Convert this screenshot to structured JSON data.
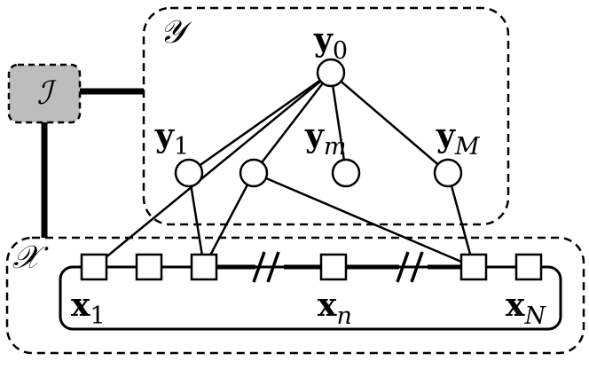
{
  "labels": {
    "set_y": "𝒴",
    "set_x": "𝒳",
    "set_i": "ℐ",
    "y_nodes": [
      {
        "base": "y",
        "sub": "0"
      },
      {
        "base": "y",
        "sub": "1"
      },
      {
        "base": "y",
        "sub": "m"
      },
      {
        "base": "y",
        "sub": "M"
      }
    ],
    "x_nodes": [
      {
        "base": "x",
        "sub": "1"
      },
      {
        "base": "x",
        "sub": "n"
      },
      {
        "base": "x",
        "sub": "N"
      }
    ]
  },
  "colors": {
    "stroke": "#000000",
    "node_fill": "#ffffff",
    "interpreter_fill": "#bdbdbd"
  }
}
